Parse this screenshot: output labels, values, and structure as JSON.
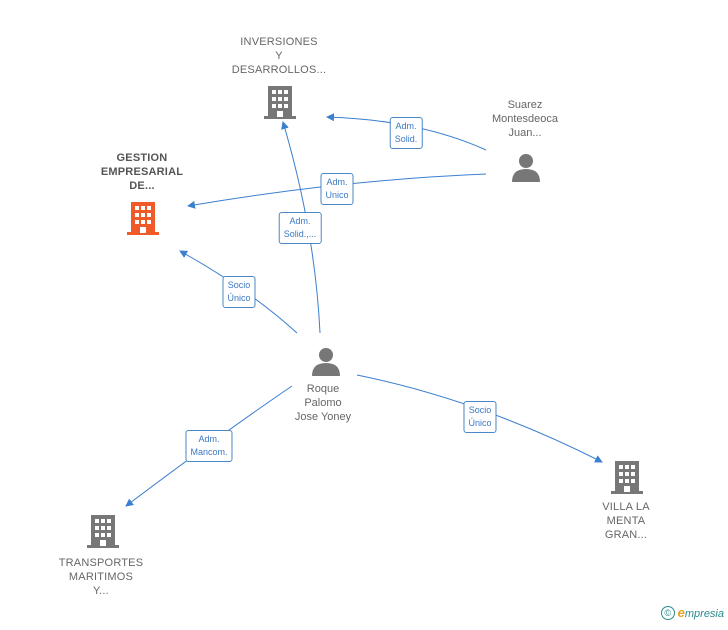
{
  "colors": {
    "edge": "#3b7fcf",
    "node_grey": "#777777",
    "node_highlight": "#ef5a28",
    "label_border": "#4a86c8"
  },
  "nodes": {
    "inversiones": {
      "kind": "company",
      "icon": "building-icon",
      "lines": [
        "INVERSIONES",
        "Y",
        "DESARROLLOS..."
      ]
    },
    "gestion": {
      "kind": "company",
      "icon": "building-icon",
      "highlight": true,
      "lines": [
        "GESTION",
        "EMPRESARIAL",
        "DE..."
      ]
    },
    "suarez": {
      "kind": "person",
      "icon": "person-icon",
      "lines": [
        "Suarez",
        "Montesdeoca",
        "Juan..."
      ]
    },
    "roque": {
      "kind": "person",
      "icon": "person-icon",
      "lines": [
        "Roque",
        "Palomo",
        "Jose Yoney"
      ]
    },
    "transportes": {
      "kind": "company",
      "icon": "building-icon",
      "lines": [
        "TRANSPORTES",
        "MARITIMOS",
        "Y..."
      ]
    },
    "villa": {
      "kind": "company",
      "icon": "building-icon",
      "lines": [
        "VILLA LA",
        "MENTA",
        "GRAN..."
      ]
    }
  },
  "edges": [
    {
      "from": "suarez",
      "to": "inversiones",
      "lines": [
        "Adm.",
        "Solid."
      ]
    },
    {
      "from": "suarez",
      "to": "gestion",
      "lines": [
        "Adm.",
        "Unico"
      ]
    },
    {
      "from": "roque",
      "to": "inversiones",
      "lines": [
        "Adm.",
        "Solid.,..."
      ]
    },
    {
      "from": "roque",
      "to": "gestion",
      "lines": [
        "Socio",
        "Único"
      ]
    },
    {
      "from": "roque",
      "to": "transportes",
      "lines": [
        "Adm.",
        "Mancom."
      ]
    },
    {
      "from": "roque",
      "to": "villa",
      "lines": [
        "Socio",
        "Único"
      ]
    }
  ],
  "footer": {
    "copyright_symbol": "©",
    "brand_initial": "e",
    "brand_rest": "mpresia"
  }
}
